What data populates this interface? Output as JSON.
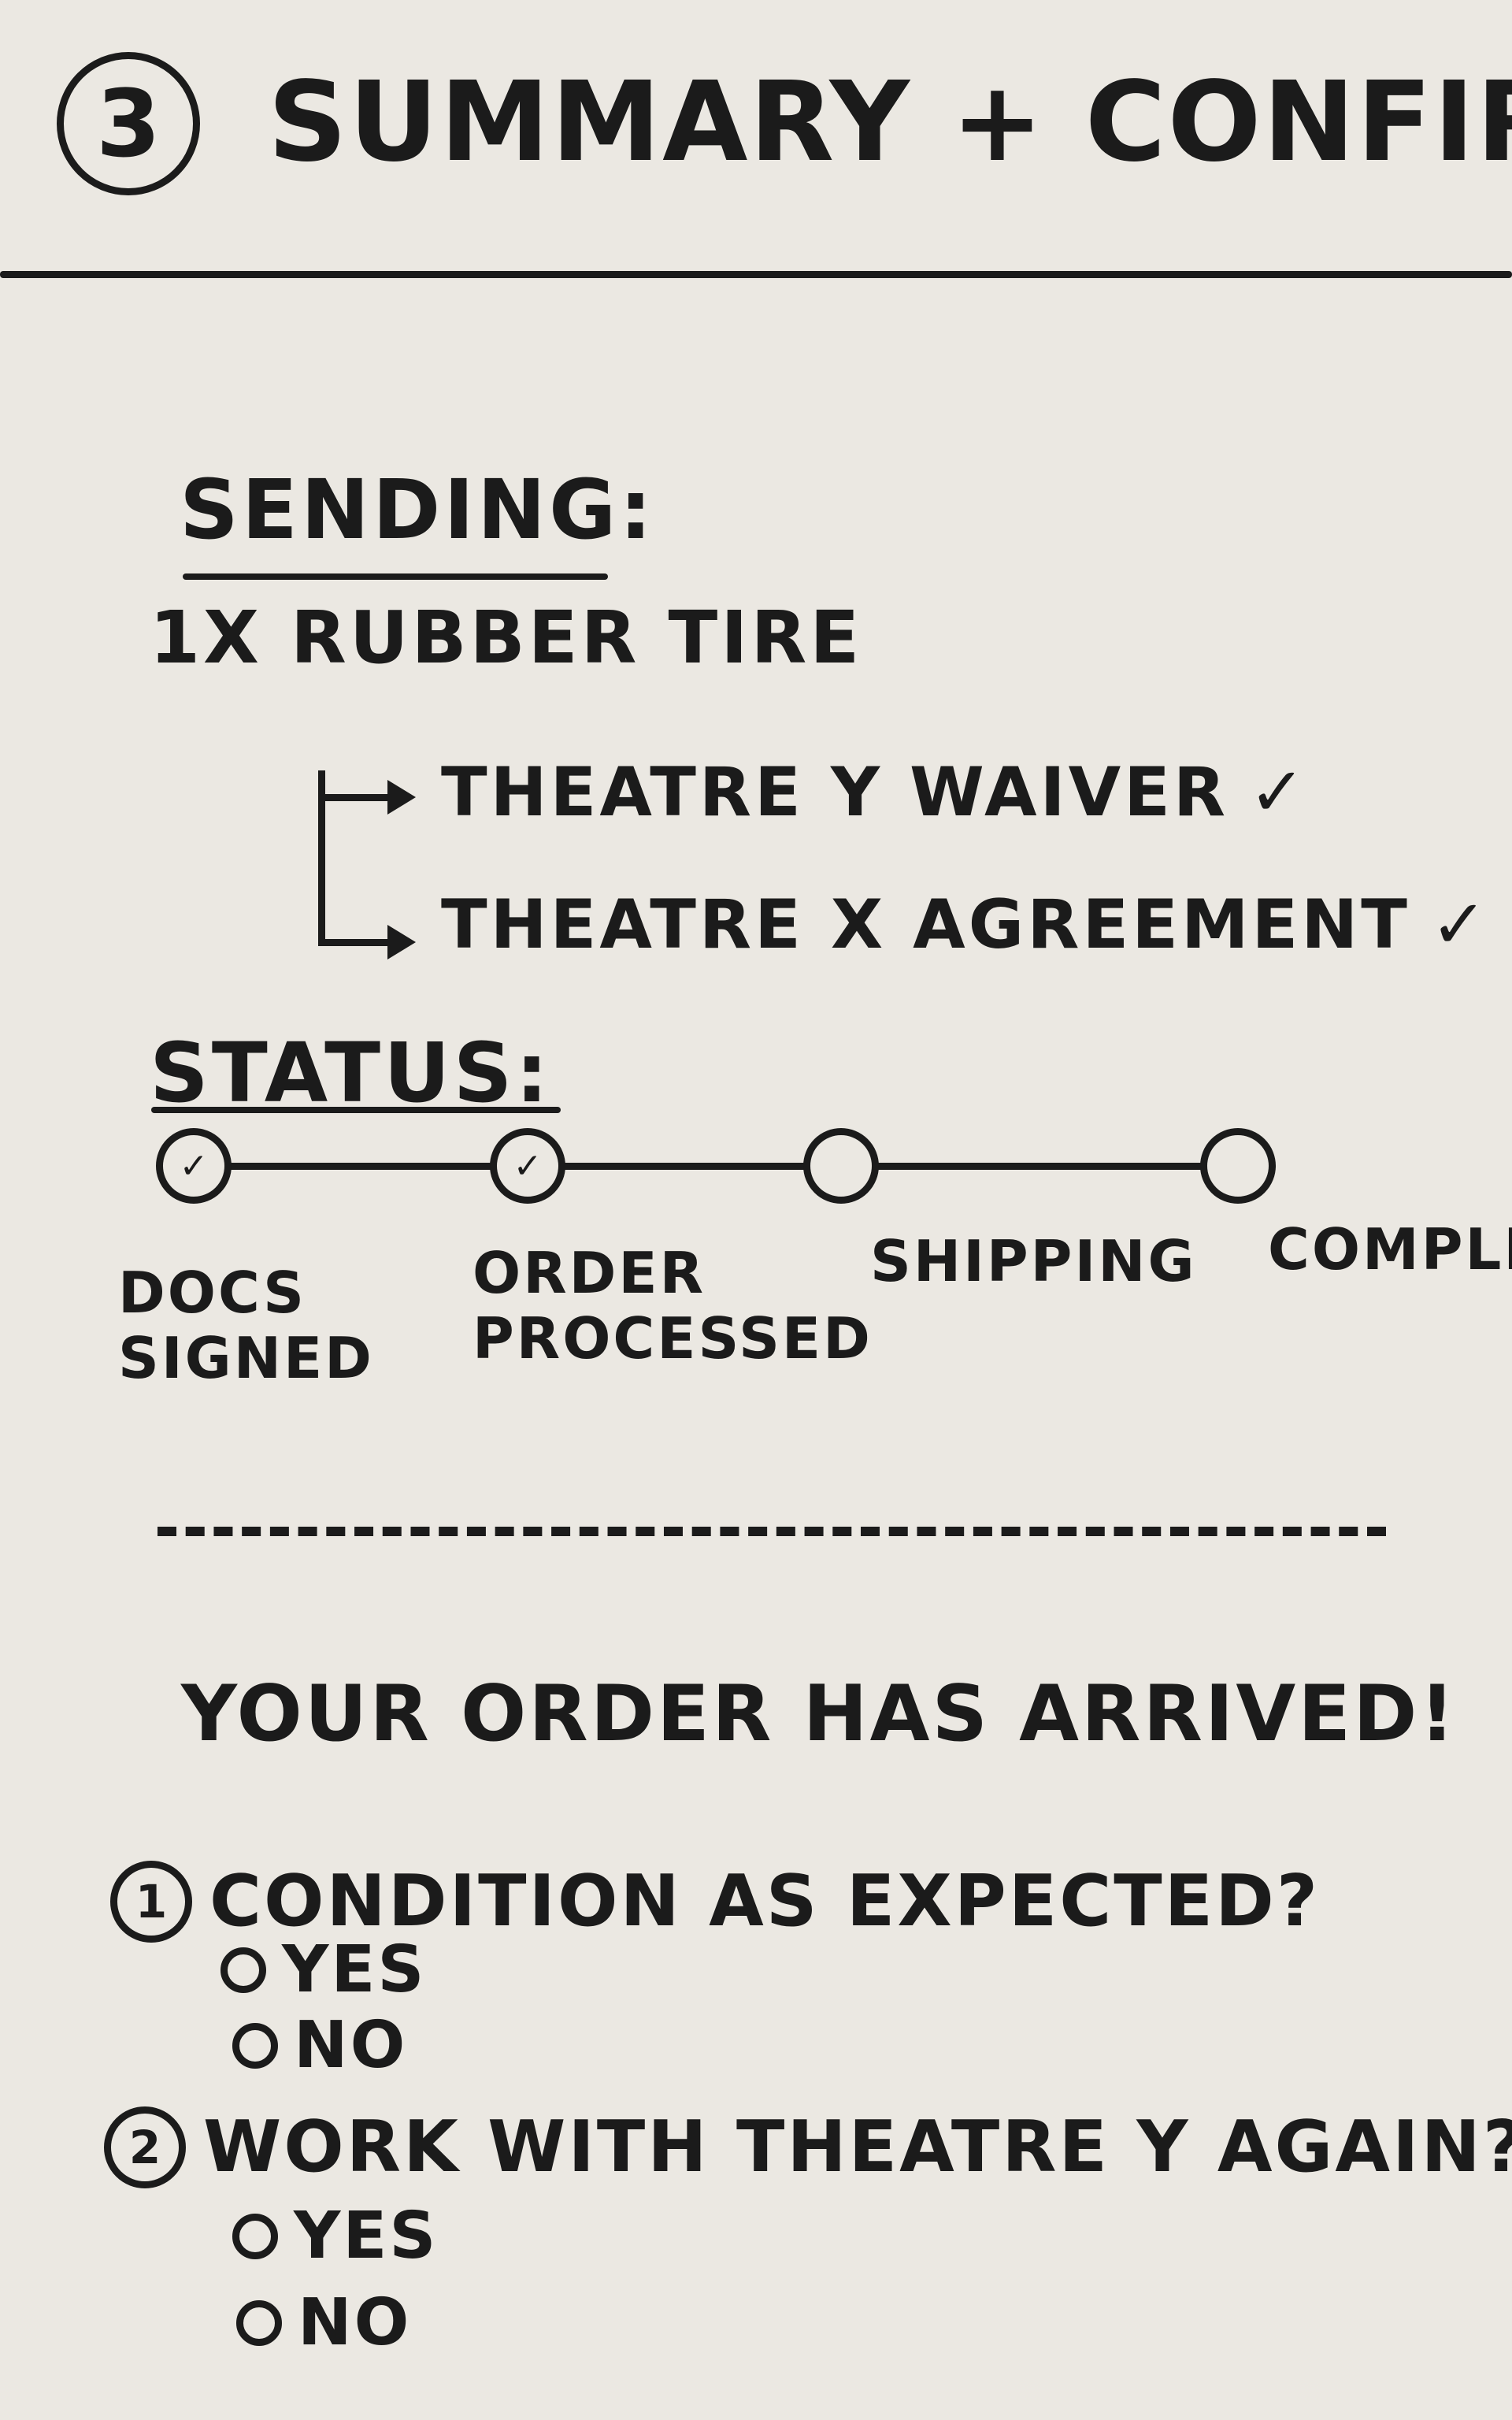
{
  "header": {
    "step_number": "3",
    "title": "SUMMARY + CONFIRM"
  },
  "sending": {
    "heading": "SENDING:",
    "item": "1x RUBBER TIRE",
    "documents": [
      {
        "text": "THEATRE Y WAIVER",
        "check": "✓"
      },
      {
        "text": "THEATRE X AGREEMENT",
        "check": "✓"
      }
    ]
  },
  "status": {
    "heading": "STATUS:",
    "stages": [
      {
        "label": "DOCS SIGNED",
        "mark": "✓"
      },
      {
        "label": "ORDER PROCESSED",
        "mark": "✓"
      },
      {
        "label": "SHIPPING",
        "mark": ""
      },
      {
        "label": "COMPLETE",
        "mark": ""
      }
    ]
  },
  "arrival_message": "YOUR ORDER HAS ARRIVED!",
  "questions": [
    {
      "number": "1",
      "text": "CONDITION AS EXPECTED?",
      "options": [
        "YES",
        "NO"
      ]
    },
    {
      "number": "2",
      "text": "WORK WITH THEATRE Y AGAIN?",
      "options": [
        "YES",
        "NO"
      ]
    }
  ]
}
